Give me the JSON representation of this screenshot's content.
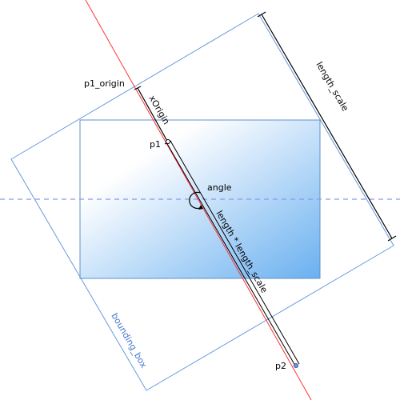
{
  "labels": {
    "p1_origin": "p1_origin",
    "x_origin": "xOrigin",
    "p1": "p1",
    "angle": "angle",
    "length_scale": "length_scale",
    "length_times_scale": "length * length_scale",
    "bounding_box": "bounding_box",
    "p2": "p2"
  },
  "colors": {
    "axis_line": "#ff0000",
    "bounding_box": "#6699dd",
    "gradient_start": "#ffffff",
    "gradient_end": "#6ab0f0",
    "center_dash": "#8899ee",
    "annotation": "#000000",
    "label_blue": "#4477cc"
  },
  "icons": {
    "rotation_arrow": "circular-arrow-icon"
  }
}
